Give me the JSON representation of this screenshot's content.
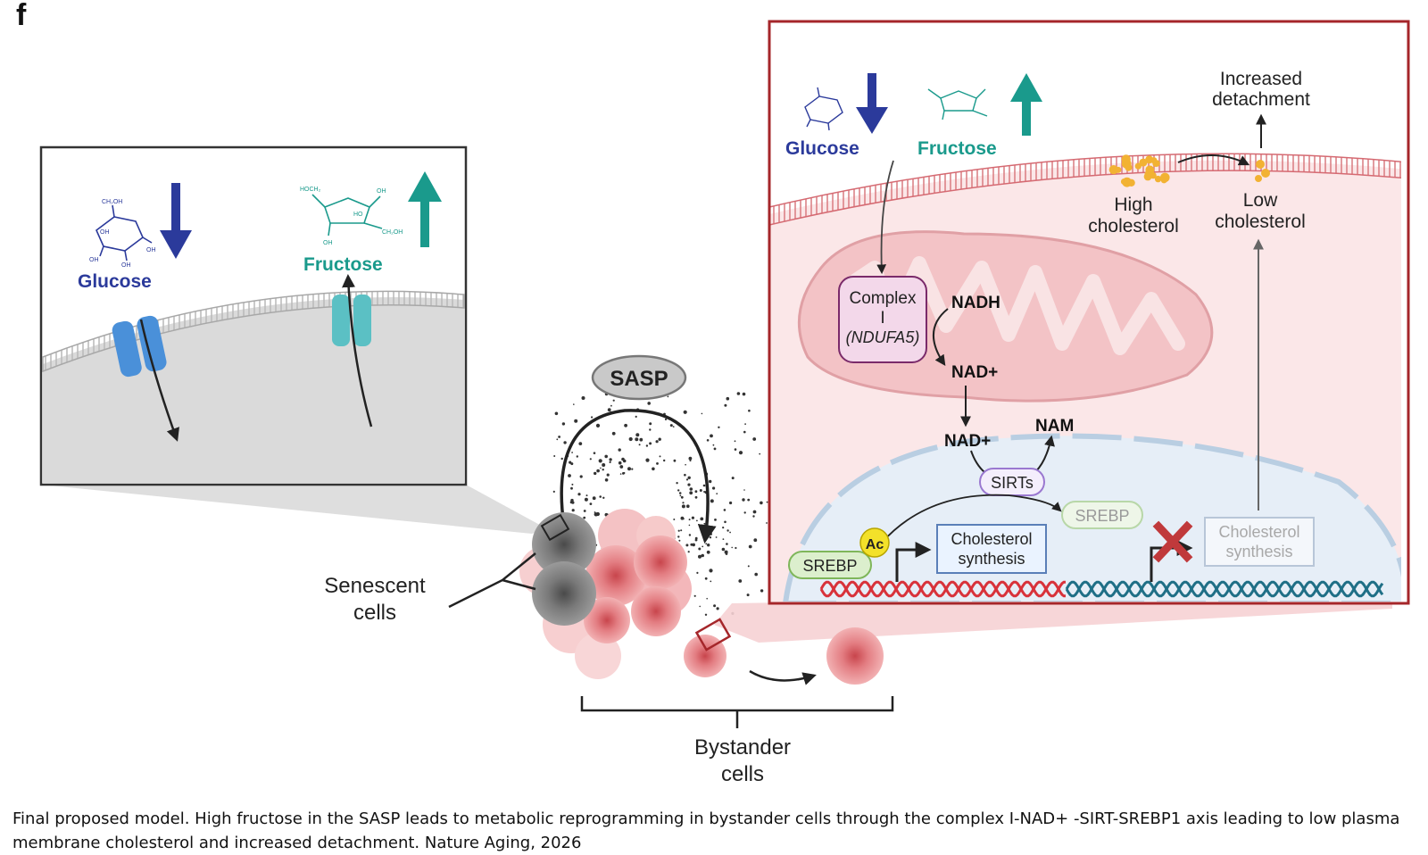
{
  "panel_letter": "f",
  "left_panel": {
    "glucose": "Glucose",
    "fructose": "Fructose",
    "glucose_ring_labels": [
      "CH₂OH",
      "OH",
      "OH",
      "OH",
      "OH"
    ],
    "fructose_ring_labels": [
      "HOCH₂",
      "OH",
      "HO",
      "CH₂OH",
      "OH"
    ]
  },
  "center": {
    "sasp": "SASP",
    "senescent_cells": [
      "Senescent",
      "cells"
    ],
    "bystander_cells": [
      "Bystander",
      "cells"
    ]
  },
  "right_panel": {
    "glucose": "Glucose",
    "fructose": "Fructose",
    "increased_detachment": [
      "Increased",
      "detachment"
    ],
    "high_cholesterol": [
      "High",
      "cholesterol"
    ],
    "low_cholesterol": [
      "Low",
      "cholesterol"
    ],
    "complex_i": [
      "Complex",
      "I",
      "(NDUFA5)"
    ],
    "nadh": "NADH",
    "nad_plus_mito": "NAD+",
    "nad_plus": "NAD+",
    "nam": "NAM",
    "sirts": "SIRTs",
    "srebp_inactive": "SREBP",
    "srebp_active": "SREBP",
    "ac": "Ac",
    "cholesterol_synthesis_on": [
      "Cholesterol",
      "synthesis"
    ],
    "cholesterol_synthesis_off": [
      "Cholesterol",
      "synthesis"
    ]
  },
  "caption": "Final proposed model. High fructose in the SASP leads to metabolic reprogramming in bystander cells through the complex I-NAD+ -SIRT-SREBP1 axis leading to low plasma membrane cholesterol and increased detachment. Nature Aging, 2026",
  "colors": {
    "glucose_blue": "#2b3a9b",
    "fructose_teal": "#1a9a8c",
    "frame_red": "#a5262a",
    "cell_pink": "#e27c80",
    "senescent_gray": "#6e6e6e"
  }
}
